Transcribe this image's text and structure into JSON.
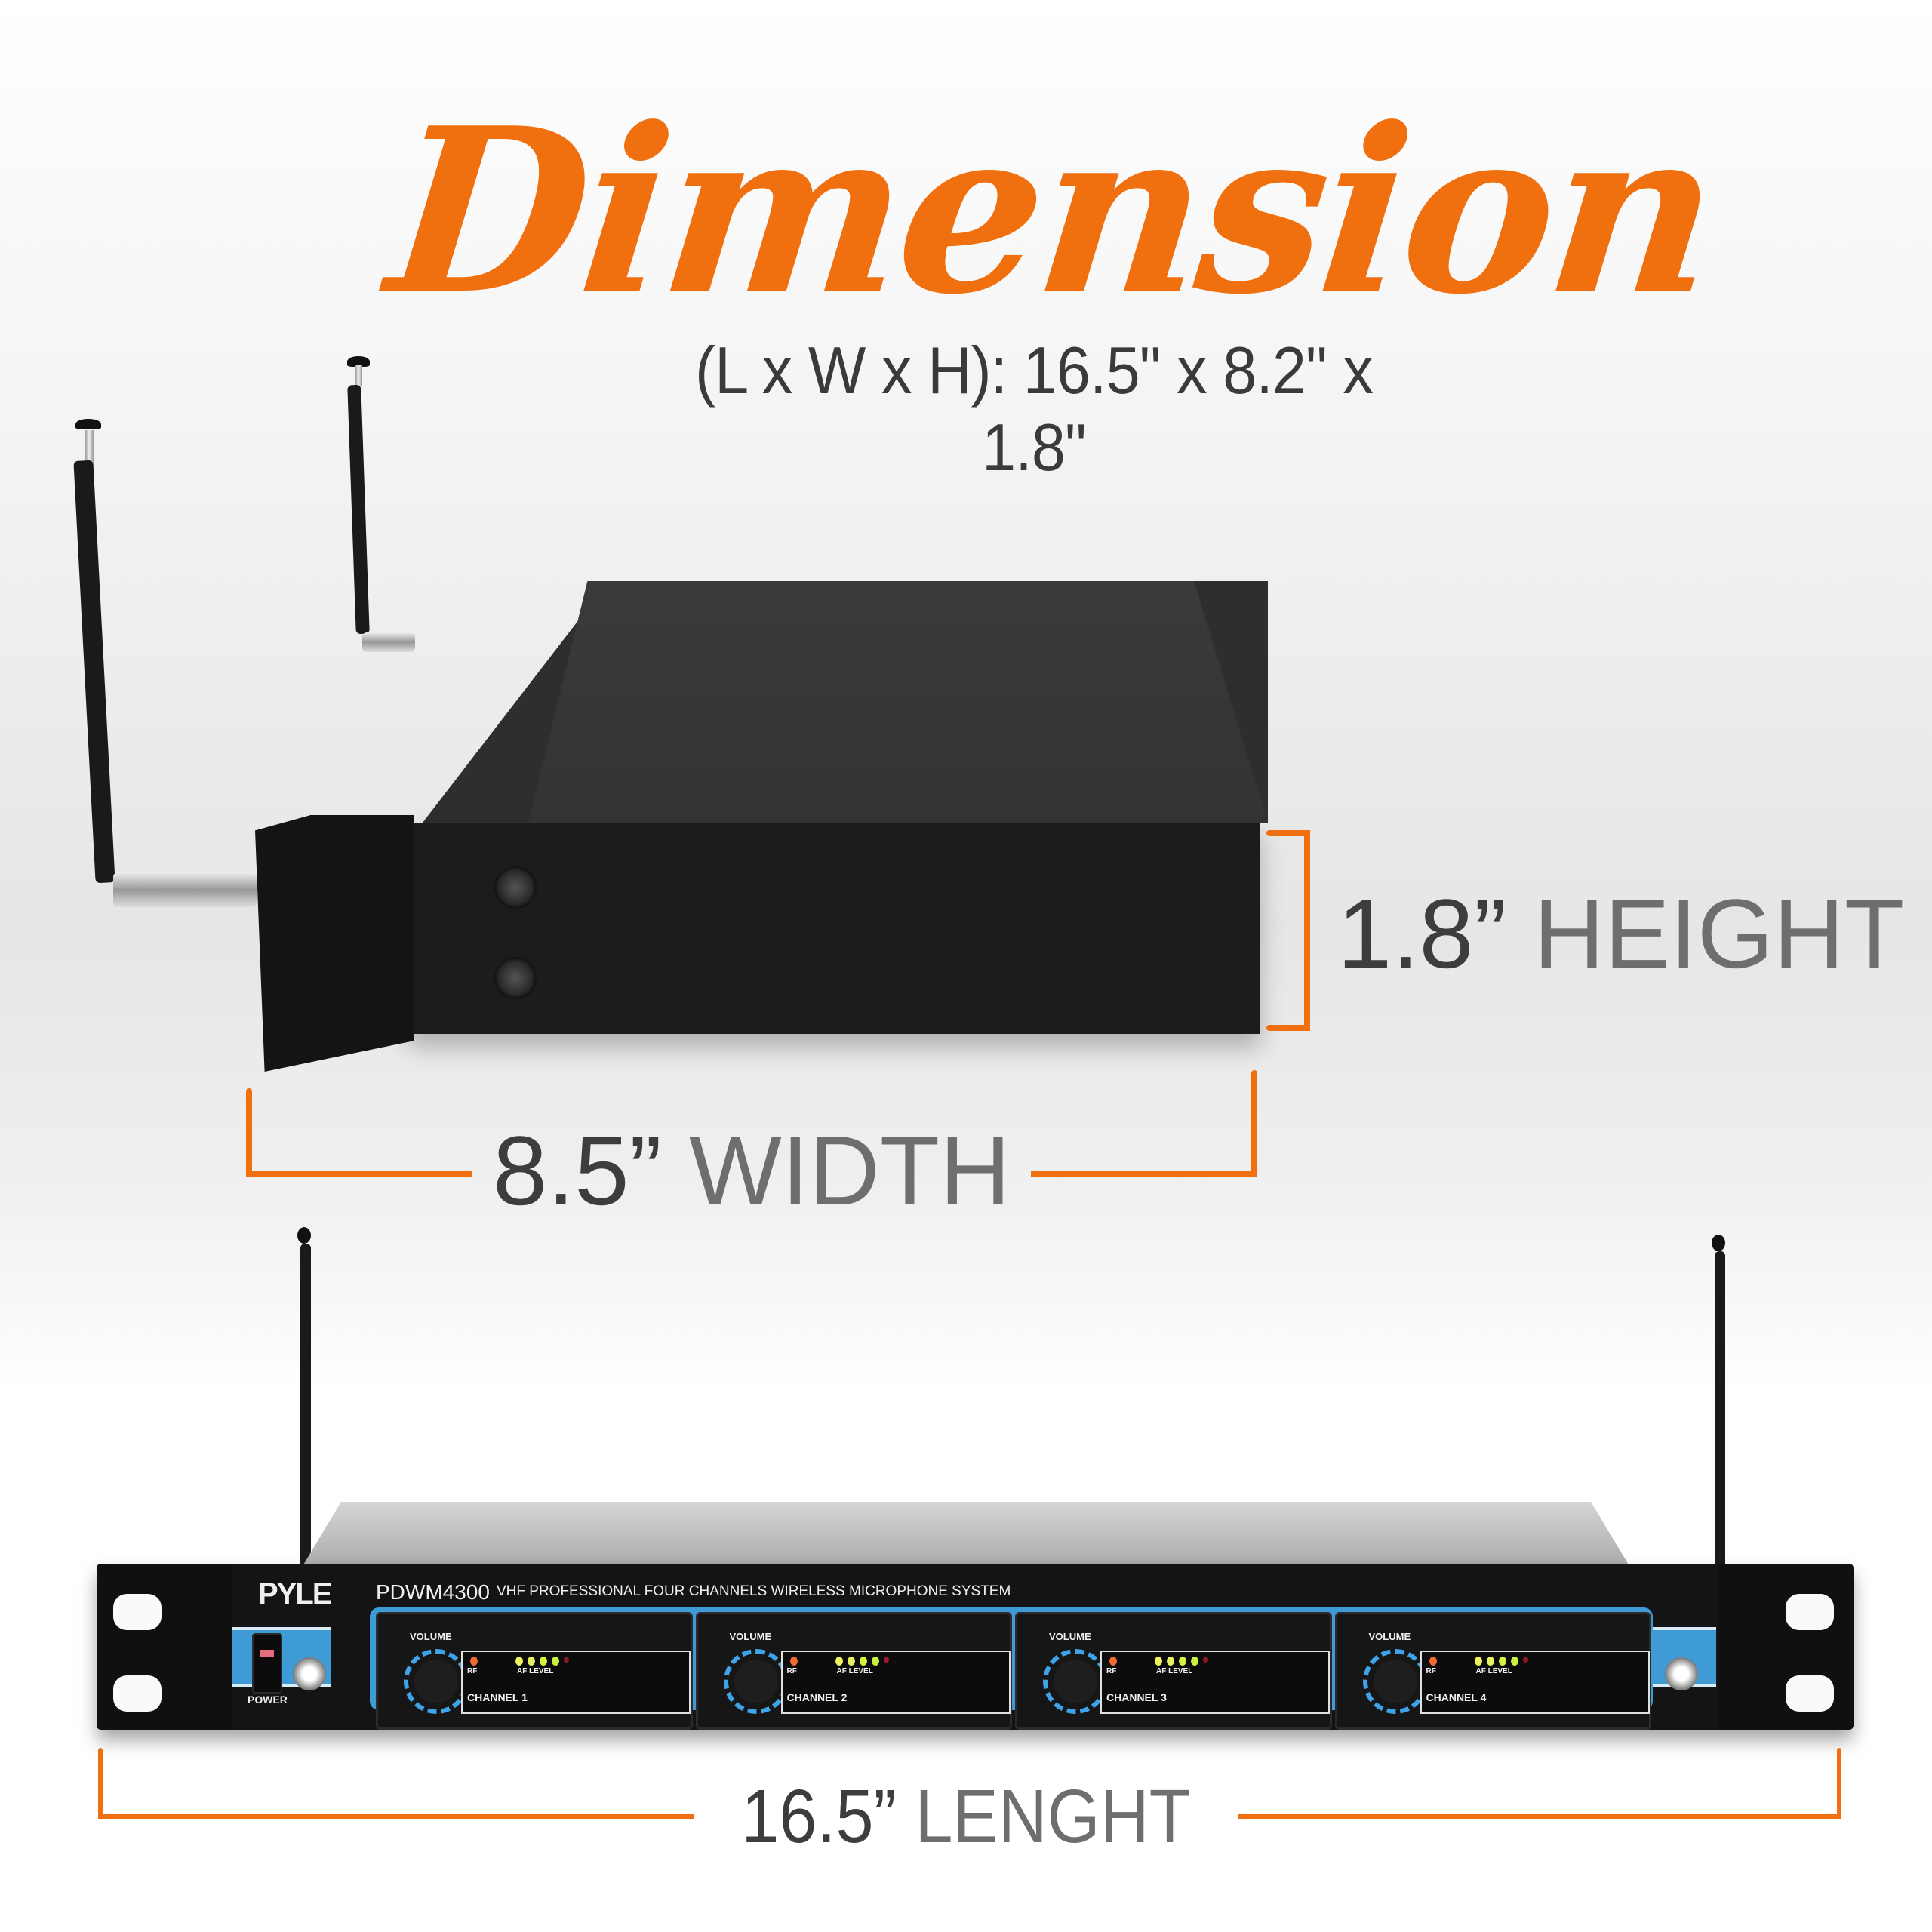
{
  "title": "Dimension",
  "subtitle": "(L x W x H): 16.5\" x 8.2\" x 1.8\"",
  "dimensions": {
    "height": {
      "value": "1.8”",
      "label": "HEIGHT"
    },
    "width": {
      "value": "8.5”",
      "label": "WIDTH"
    },
    "length": {
      "value": "16.5”",
      "label": "LENGHT"
    }
  },
  "device": {
    "brand": "PYLE",
    "model": "PDWM4300",
    "description": "VHF PROFESSIONAL FOUR CHANNELS WIRELESS MICROPHONE SYSTEM",
    "power_label": "POWER",
    "channels": [
      {
        "volume_label": "VOLUME",
        "rf_label": "RF",
        "af_label": "AF LEVEL",
        "name": "CHANNEL 1"
      },
      {
        "volume_label": "VOLUME",
        "rf_label": "RF",
        "af_label": "AF LEVEL",
        "name": "CHANNEL 2"
      },
      {
        "volume_label": "VOLUME",
        "rf_label": "RF",
        "af_label": "AF LEVEL",
        "name": "CHANNEL 3"
      },
      {
        "volume_label": "VOLUME",
        "rf_label": "RF",
        "af_label": "AF LEVEL",
        "name": "CHANNEL 4"
      }
    ]
  },
  "colors": {
    "accent_orange": "#f07010",
    "panel_blue": "#3e9bd6",
    "text_dark": "#3d3d3d",
    "text_gray": "#6e6e6e",
    "led_rf": "#f06a30",
    "led_af": "#e8f060",
    "led_peak": "#8a1a20"
  }
}
